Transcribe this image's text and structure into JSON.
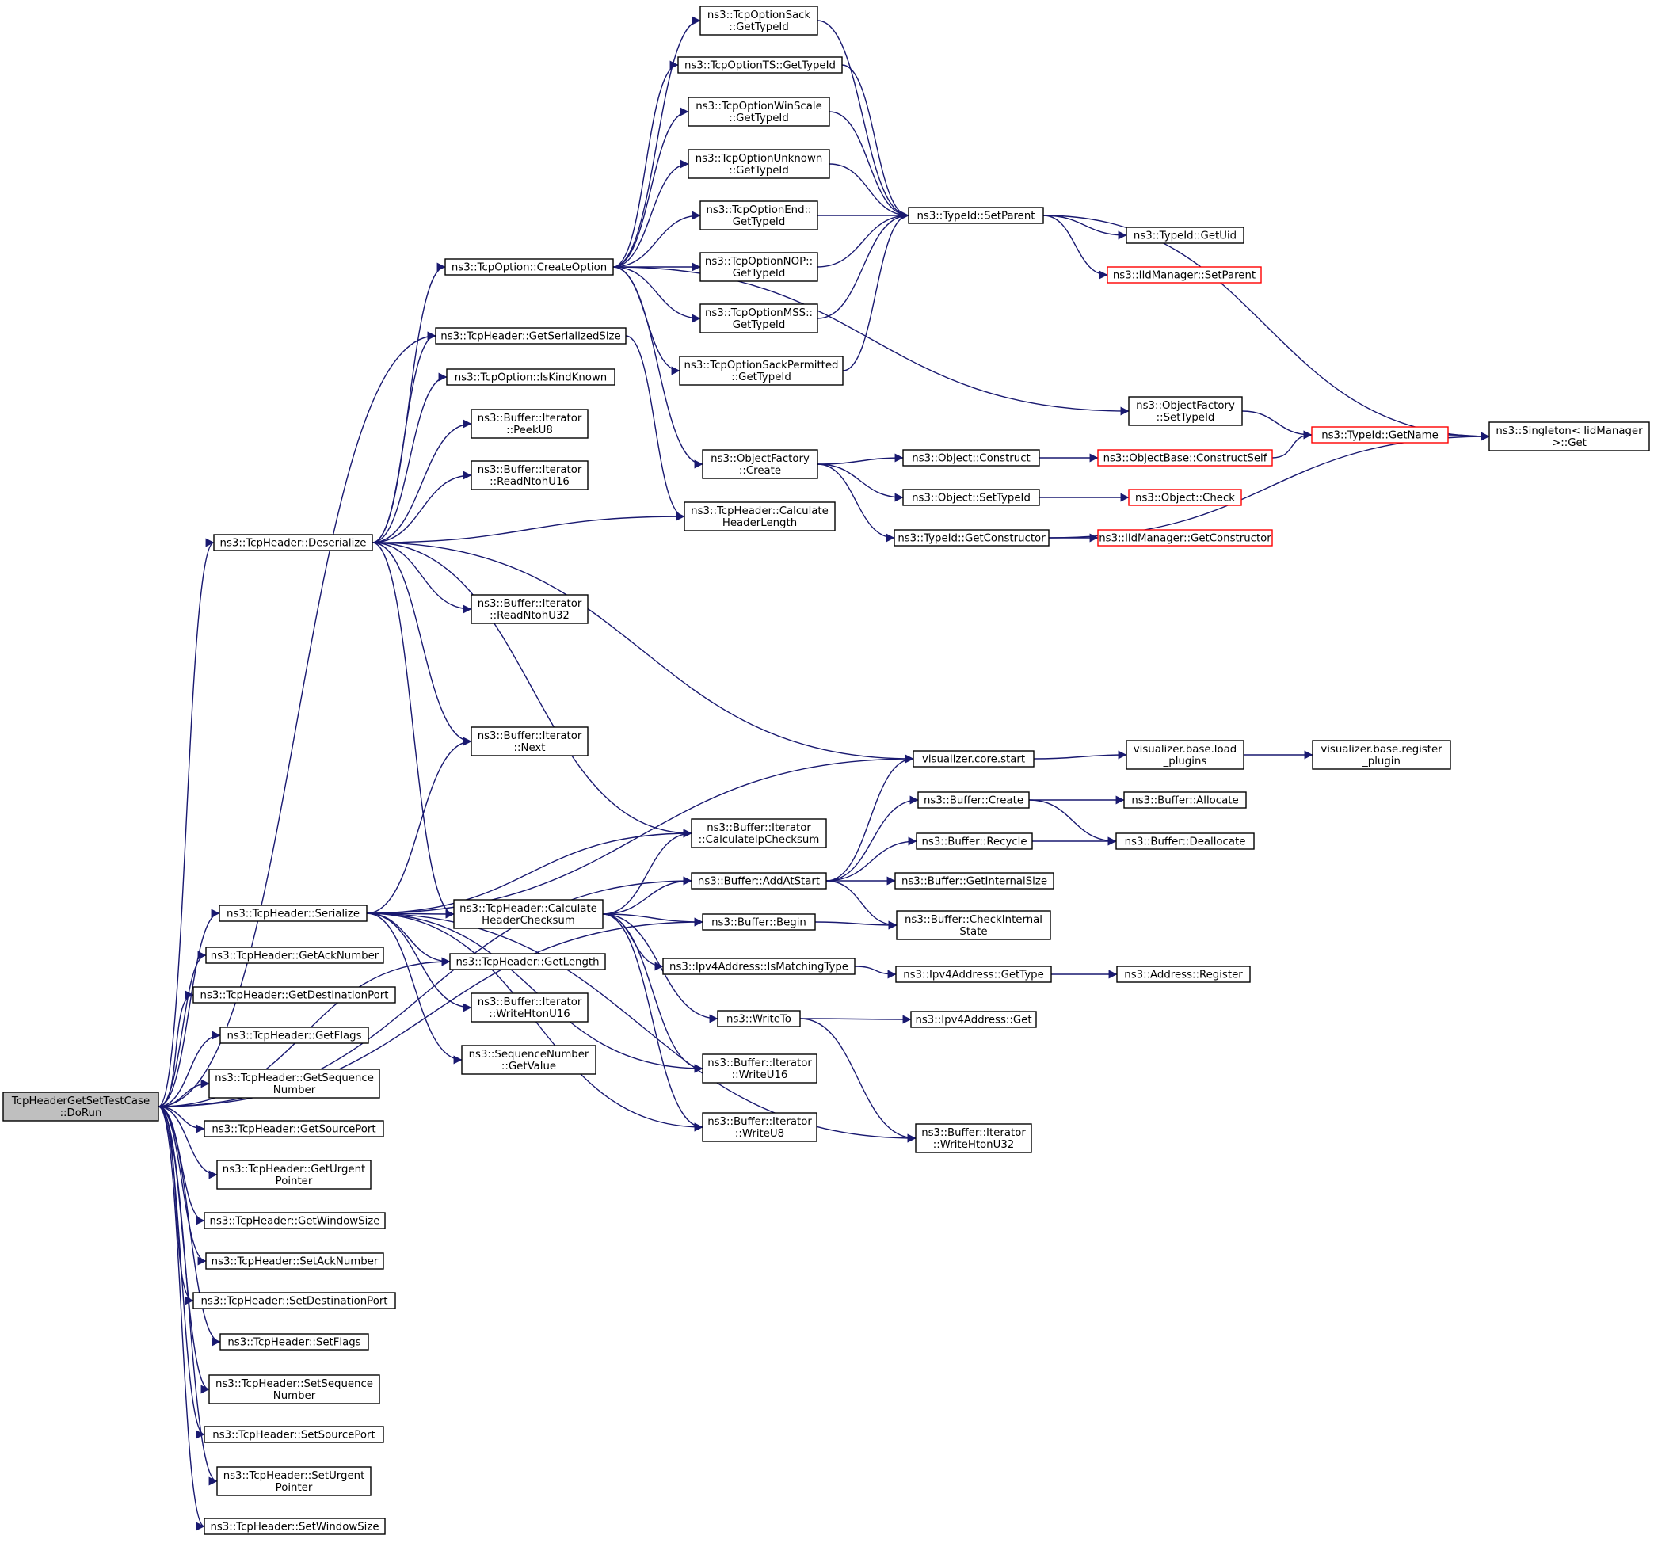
{
  "colors": {
    "edge": "#191970",
    "arrow": "#191970",
    "node_border": "#000000",
    "incomplete_border": "#ff0000",
    "root_fill": "#bfbfbf",
    "node_fill": "#ffffff",
    "background": "#ffffff"
  },
  "nodes": {
    "root": [
      "TcpHeaderGetSetTestCase",
      "::DoRun"
    ],
    "deserialize": [
      "ns3::TcpHeader::Deserialize"
    ],
    "serialize": [
      "ns3::TcpHeader::Serialize"
    ],
    "getAckNumber": [
      "ns3::TcpHeader::GetAckNumber"
    ],
    "getDestPort": [
      "ns3::TcpHeader::GetDestinationPort"
    ],
    "getFlags": [
      "ns3::TcpHeader::GetFlags"
    ],
    "getSeqNumber": [
      "ns3::TcpHeader::GetSequence",
      "Number"
    ],
    "getSourcePort": [
      "ns3::TcpHeader::GetSourcePort"
    ],
    "getUrgent": [
      "ns3::TcpHeader::GetUrgent",
      "Pointer"
    ],
    "getWindowSize": [
      "ns3::TcpHeader::GetWindowSize"
    ],
    "setAckNumber": [
      "ns3::TcpHeader::SetAckNumber"
    ],
    "setDestPort": [
      "ns3::TcpHeader::SetDestinationPort"
    ],
    "setFlags": [
      "ns3::TcpHeader::SetFlags"
    ],
    "setSeqNumber": [
      "ns3::TcpHeader::SetSequence",
      "Number"
    ],
    "setSourcePort": [
      "ns3::TcpHeader::SetSourcePort"
    ],
    "setUrgent": [
      "ns3::TcpHeader::SetUrgent",
      "Pointer"
    ],
    "setWindowSize": [
      "ns3::TcpHeader::SetWindowSize"
    ],
    "createOption": [
      "ns3::TcpOption::CreateOption"
    ],
    "getSerializedSize": [
      "ns3::TcpHeader::GetSerializedSize"
    ],
    "isKindKnown": [
      "ns3::TcpOption::IsKindKnown"
    ],
    "peekU8": [
      "ns3::Buffer::Iterator",
      "::PeekU8"
    ],
    "readNtohU16": [
      "ns3::Buffer::Iterator",
      "::ReadNtohU16"
    ],
    "readNtohU32": [
      "ns3::Buffer::Iterator",
      "::ReadNtohU32"
    ],
    "next": [
      "ns3::Buffer::Iterator",
      "::Next"
    ],
    "getLength": [
      "ns3::TcpHeader::GetLength"
    ],
    "calcHeaderChecksum": [
      "ns3::TcpHeader::Calculate",
      "HeaderChecksum"
    ],
    "writeHtonU16": [
      "ns3::Buffer::Iterator",
      "::WriteHtonU16"
    ],
    "seqGetValue": [
      "ns3::SequenceNumber",
      "::GetValue"
    ],
    "optSack": [
      "ns3::TcpOptionSack",
      "::GetTypeId"
    ],
    "optTS": [
      "ns3::TcpOptionTS::GetTypeId"
    ],
    "optWinScale": [
      "ns3::TcpOptionWinScale",
      "::GetTypeId"
    ],
    "optUnknown": [
      "ns3::TcpOptionUnknown",
      "::GetTypeId"
    ],
    "optEnd": [
      "ns3::TcpOptionEnd::",
      "GetTypeId"
    ],
    "optNOP": [
      "ns3::TcpOptionNOP::",
      "GetTypeId"
    ],
    "optMSS": [
      "ns3::TcpOptionMSS::",
      "GetTypeId"
    ],
    "optSackPerm": [
      "ns3::TcpOptionSackPermitted",
      "::GetTypeId"
    ],
    "objFactoryCreate": [
      "ns3::ObjectFactory",
      "::Create"
    ],
    "calcHeaderLength": [
      "ns3::TcpHeader::Calculate",
      "HeaderLength"
    ],
    "calcIpChecksum": [
      "ns3::Buffer::Iterator",
      "::CalculateIpChecksum"
    ],
    "addAtStart": [
      "ns3::Buffer::AddAtStart"
    ],
    "bufBegin": [
      "ns3::Buffer::Begin"
    ],
    "ipv4IsMatching": [
      "ns3::Ipv4Address::IsMatchingType"
    ],
    "writeTo": [
      "ns3::WriteTo"
    ],
    "writeU16": [
      "ns3::Buffer::Iterator",
      "::WriteU16"
    ],
    "writeU8": [
      "ns3::Buffer::Iterator",
      "::WriteU8"
    ],
    "typeIdSetParent": [
      "ns3::TypeId::SetParent"
    ],
    "objFactorySetTypeId": [
      "ns3::ObjectFactory",
      "::SetTypeId"
    ],
    "objConstruct": [
      "ns3::Object::Construct"
    ],
    "objSetTypeId": [
      "ns3::Object::SetTypeId"
    ],
    "typeIdGetConstructor": [
      "ns3::TypeId::GetConstructor"
    ],
    "vizStart": [
      "visualizer.core.start"
    ],
    "bufCreate": [
      "ns3::Buffer::Create"
    ],
    "bufRecycle": [
      "ns3::Buffer::Recycle"
    ],
    "bufGetInternalSize": [
      "ns3::Buffer::GetInternalSize"
    ],
    "bufCheckInternal": [
      "ns3::Buffer::CheckInternal",
      "State"
    ],
    "ipv4GetType": [
      "ns3::Ipv4Address::GetType"
    ],
    "ipv4Get": [
      "ns3::Ipv4Address::Get"
    ],
    "writeHtonU32": [
      "ns3::Buffer::Iterator",
      "::WriteHtonU32"
    ],
    "typeIdGetUid": [
      "ns3::TypeId::GetUid"
    ],
    "iidSetParent": [
      "ns3::IidManager::SetParent"
    ],
    "objBaseConstructSelf": [
      "ns3::ObjectBase::ConstructSelf"
    ],
    "objCheck": [
      "ns3::Object::Check"
    ],
    "iidGetConstructor": [
      "ns3::IidManager::GetConstructor"
    ],
    "vizLoadPlugins": [
      "visualizer.base.load",
      "_plugins"
    ],
    "bufAllocate": [
      "ns3::Buffer::Allocate"
    ],
    "bufDeallocate": [
      "ns3::Buffer::Deallocate"
    ],
    "addrRegister": [
      "ns3::Address::Register"
    ],
    "typeIdGetName": [
      "ns3::TypeId::GetName"
    ],
    "vizRegisterPlugin": [
      "visualizer.base.register",
      "_plugin"
    ],
    "singletonGet": [
      "ns3::Singleton< IidManager",
      ">::Get"
    ]
  },
  "incomplete_nodes": [
    "iidSetParent",
    "objBaseConstructSelf",
    "objCheck",
    "iidGetConstructor",
    "typeIdGetName"
  ],
  "edges": [
    [
      "root",
      "deserialize"
    ],
    [
      "root",
      "serialize"
    ],
    [
      "root",
      "getAckNumber"
    ],
    [
      "root",
      "getDestPort"
    ],
    [
      "root",
      "getFlags"
    ],
    [
      "root",
      "getSeqNumber"
    ],
    [
      "root",
      "getSourcePort"
    ],
    [
      "root",
      "getUrgent"
    ],
    [
      "root",
      "getWindowSize"
    ],
    [
      "root",
      "setAckNumber"
    ],
    [
      "root",
      "setDestPort"
    ],
    [
      "root",
      "setFlags"
    ],
    [
      "root",
      "setSeqNumber"
    ],
    [
      "root",
      "setSourcePort"
    ],
    [
      "root",
      "setUrgent"
    ],
    [
      "root",
      "setWindowSize"
    ],
    [
      "root",
      "getSerializedSize"
    ],
    [
      "root",
      "addAtStart"
    ],
    [
      "root",
      "bufBegin"
    ],
    [
      "root",
      "getLength"
    ],
    [
      "deserialize",
      "createOption"
    ],
    [
      "deserialize",
      "getSerializedSize"
    ],
    [
      "deserialize",
      "isKindKnown"
    ],
    [
      "deserialize",
      "peekU8"
    ],
    [
      "deserialize",
      "readNtohU16"
    ],
    [
      "deserialize",
      "readNtohU32"
    ],
    [
      "deserialize",
      "next"
    ],
    [
      "deserialize",
      "calcHeaderLength"
    ],
    [
      "deserialize",
      "calcIpChecksum"
    ],
    [
      "deserialize",
      "vizStart"
    ],
    [
      "deserialize",
      "calcHeaderChecksum"
    ],
    [
      "serialize",
      "next"
    ],
    [
      "serialize",
      "calcIpChecksum"
    ],
    [
      "serialize",
      "calcHeaderChecksum"
    ],
    [
      "serialize",
      "getLength"
    ],
    [
      "serialize",
      "writeHtonU16"
    ],
    [
      "serialize",
      "seqGetValue"
    ],
    [
      "serialize",
      "writeU16"
    ],
    [
      "serialize",
      "writeU8"
    ],
    [
      "serialize",
      "writeHtonU32"
    ],
    [
      "serialize",
      "vizStart"
    ],
    [
      "createOption",
      "optSack"
    ],
    [
      "createOption",
      "optTS"
    ],
    [
      "createOption",
      "optWinScale"
    ],
    [
      "createOption",
      "optUnknown"
    ],
    [
      "createOption",
      "optEnd"
    ],
    [
      "createOption",
      "optNOP"
    ],
    [
      "createOption",
      "optMSS"
    ],
    [
      "createOption",
      "optSackPerm"
    ],
    [
      "createOption",
      "objFactoryCreate"
    ],
    [
      "createOption",
      "objFactorySetTypeId"
    ],
    [
      "getSerializedSize",
      "calcHeaderLength"
    ],
    [
      "calcHeaderChecksum",
      "calcIpChecksum"
    ],
    [
      "calcHeaderChecksum",
      "addAtStart"
    ],
    [
      "calcHeaderChecksum",
      "bufBegin"
    ],
    [
      "calcHeaderChecksum",
      "ipv4IsMatching"
    ],
    [
      "calcHeaderChecksum",
      "writeTo"
    ],
    [
      "calcHeaderChecksum",
      "writeU16"
    ],
    [
      "calcHeaderChecksum",
      "writeU8"
    ],
    [
      "optSack",
      "typeIdSetParent"
    ],
    [
      "optTS",
      "typeIdSetParent"
    ],
    [
      "optWinScale",
      "typeIdSetParent"
    ],
    [
      "optUnknown",
      "typeIdSetParent"
    ],
    [
      "optEnd",
      "typeIdSetParent"
    ],
    [
      "optNOP",
      "typeIdSetParent"
    ],
    [
      "optMSS",
      "typeIdSetParent"
    ],
    [
      "optSackPerm",
      "typeIdSetParent"
    ],
    [
      "objFactoryCreate",
      "objConstruct"
    ],
    [
      "objFactoryCreate",
      "objSetTypeId"
    ],
    [
      "objFactoryCreate",
      "typeIdGetConstructor"
    ],
    [
      "addAtStart",
      "vizStart"
    ],
    [
      "addAtStart",
      "bufCreate"
    ],
    [
      "addAtStart",
      "bufRecycle"
    ],
    [
      "addAtStart",
      "bufGetInternalSize"
    ],
    [
      "addAtStart",
      "bufCheckInternal"
    ],
    [
      "bufBegin",
      "bufCheckInternal"
    ],
    [
      "ipv4IsMatching",
      "ipv4GetType"
    ],
    [
      "writeTo",
      "ipv4Get"
    ],
    [
      "writeTo",
      "writeHtonU32"
    ],
    [
      "typeIdSetParent",
      "typeIdGetUid"
    ],
    [
      "typeIdSetParent",
      "iidSetParent"
    ],
    [
      "typeIdSetParent",
      "singletonGet"
    ],
    [
      "objFactorySetTypeId",
      "typeIdGetName"
    ],
    [
      "objConstruct",
      "objBaseConstructSelf"
    ],
    [
      "objSetTypeId",
      "objCheck"
    ],
    [
      "typeIdGetConstructor",
      "iidGetConstructor"
    ],
    [
      "typeIdGetConstructor",
      "singletonGet"
    ],
    [
      "objBaseConstructSelf",
      "typeIdGetName"
    ],
    [
      "vizStart",
      "vizLoadPlugins"
    ],
    [
      "vizLoadPlugins",
      "vizRegisterPlugin"
    ],
    [
      "bufCreate",
      "bufAllocate"
    ],
    [
      "bufCreate",
      "bufDeallocate"
    ],
    [
      "bufRecycle",
      "bufDeallocate"
    ],
    [
      "ipv4GetType",
      "addrRegister"
    ],
    [
      "typeIdGetName",
      "singletonGet"
    ]
  ]
}
